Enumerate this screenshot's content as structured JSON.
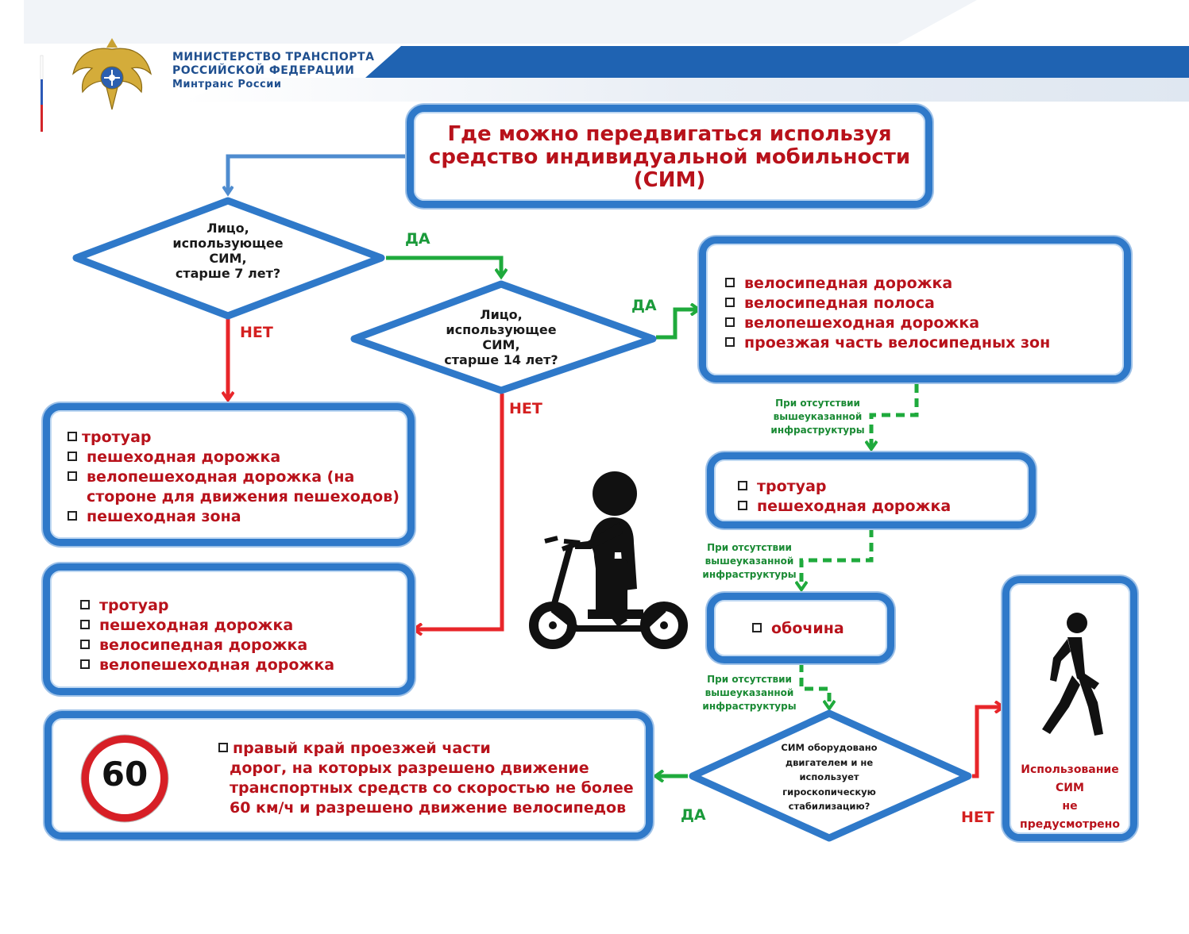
{
  "header": {
    "ministry_line1": "МИНИСТЕРСТВО ТРАНСПОРТА",
    "ministry_line2": "РОССИЙСКОЙ ФЕДЕРАЦИИ",
    "ministry_short": "Минтранс России",
    "brand_color": "#1f63b2"
  },
  "title": {
    "line1": "Где можно передвигаться используя",
    "line2": "средство индивидуальной мобильности",
    "line3": "(СИМ)"
  },
  "decision1": {
    "line1": "Лицо,",
    "line2": "использующее",
    "line3": "СИМ,",
    "line4": "старше 7 лет?",
    "yes": "ДА",
    "no": "НЕТ"
  },
  "decision2": {
    "line1": "Лицо,",
    "line2": "использующее",
    "line3": "СИМ,",
    "line4": "старше 14 лет?",
    "yes": "ДА",
    "no": "НЕТ"
  },
  "decision3": {
    "line1": "СИМ оборудовано",
    "line2": "двигателем и не",
    "line3": "использует",
    "line4": "гироскопическую",
    "line5": "стабилизацию?",
    "yes": "ДА",
    "no": "НЕТ"
  },
  "box_under7": {
    "items": [
      "тротуар",
      "пешеходная дорожка",
      "велопешеходная дорожка (на",
      "стороне для движения пешеходов)",
      "пешеходная зона"
    ]
  },
  "box_7to14": {
    "items": [
      "тротуар",
      "пешеходная дорожка",
      "велосипедная дорожка",
      "велопешеходная дорожка"
    ]
  },
  "box_over14": {
    "items": [
      "велосипедная дорожка",
      "велосипедная полоса",
      "велопешеходная дорожка",
      "проезжая часть велосипедных зон"
    ]
  },
  "box_sidewalk": {
    "items": [
      "тротуар",
      "пешеходная дорожка"
    ]
  },
  "box_shoulder": {
    "items": [
      "обочина"
    ]
  },
  "box_road": {
    "line1": "правый край проезжей части",
    "line2": "дорог, на которых разрешено движение",
    "line3": "транспортных средств со скоростью не более",
    "line4": "60 км/ч и разрешено движение велосипедов",
    "speed_sign": "60"
  },
  "box_forbidden": {
    "line1": "Использование",
    "line2": "СИМ",
    "line3": "не",
    "line4": "предусмотрено"
  },
  "notes": {
    "n1_line1": "При отсутствии",
    "n1_line2": "вышеуказанной",
    "n1_line3": "инфраструктуры",
    "n2_line1": "При отсутствии",
    "n2_line2": "вышеуказанной",
    "n2_line3": "инфраструктуры",
    "n3_line1": "При отсутствии",
    "n3_line2": "вышеуказанной",
    "n3_line3": "инфраструктуры"
  },
  "colors": {
    "box_border": "#2f79c9",
    "text_red": "#b8121b",
    "arrow_green": "#1faa3c",
    "arrow_red": "#e8262a",
    "arrow_blue": "#4f8ccf"
  }
}
